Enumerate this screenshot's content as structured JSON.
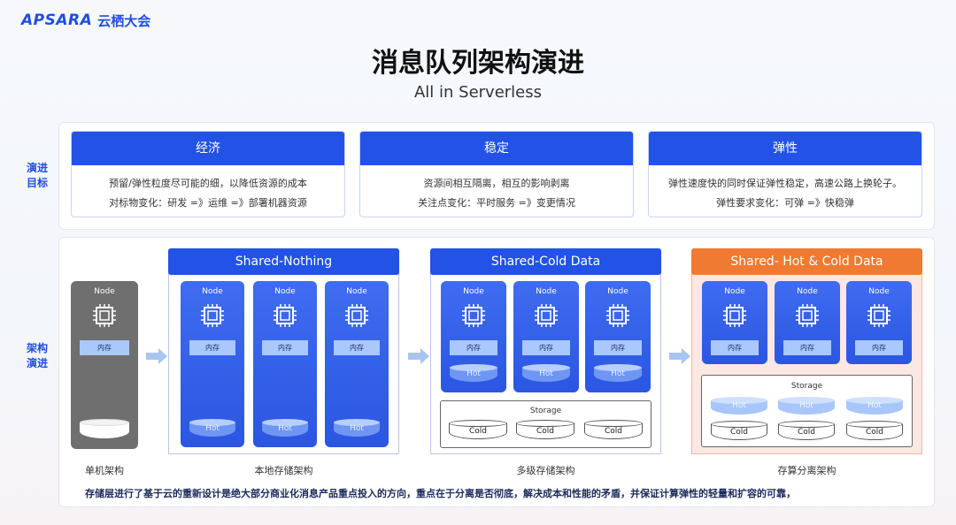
{
  "logo": {
    "brand": "APSARA",
    "event": "云栖大会"
  },
  "title": "消息队列架构演进",
  "subtitle": "All in Serverless",
  "goals_side_label": [
    "演进",
    "目标"
  ],
  "arch_side_label": [
    "架构",
    "演进"
  ],
  "goals": [
    {
      "title": "经济",
      "lines": [
        "预留/弹性粒度尽可能的细，以降低资源的成本",
        "对标物变化：研发 =》运维 =》部署机器资源"
      ]
    },
    {
      "title": "稳定",
      "lines": [
        "资源间相互隔离，相互的影响剥离",
        "关注点变化：平时服务 =》变更情况"
      ]
    },
    {
      "title": "弹性",
      "lines": [
        "弹性速度快的同时保证弹性稳定，高速公路上换轮子。",
        "弹性要求变化：可弹 =》快稳弹"
      ]
    }
  ],
  "single": {
    "node_label": "Node",
    "mem_label": "内存",
    "caption": "单机架构"
  },
  "architectures": [
    {
      "title": "Shared-Nothing",
      "caption": "本地存储架构",
      "node_label": "Node",
      "mem_label": "内存",
      "hot_label": "Hot"
    },
    {
      "title": "Shared-Cold Data",
      "caption": "多级存储架构",
      "node_label": "Node",
      "mem_label": "内存",
      "hot_label": "Hot",
      "storage_label": "Storage",
      "cold_label": "Cold"
    },
    {
      "title": "Shared- Hot & Cold Data",
      "caption": "存算分离架构",
      "node_label": "Node",
      "mem_label": "内存",
      "hot_label": "Hot",
      "storage_label": "Storage",
      "cold_label": "Cold"
    }
  ],
  "footer": "存储层进行了基于云的重新设计是绝大部分商业化消息产品重点投入的方向，重点在于分离是否彻底，解决成本和性能的矛盾，并保证计算弹性的轻量和扩容的可靠，",
  "colors": {
    "primary": "#2252e6",
    "orange": "#f07a32",
    "gray_node": "#707070"
  },
  "icons": [
    "cpu-chip-icon",
    "right-arrow-icon",
    "disk-icon"
  ]
}
